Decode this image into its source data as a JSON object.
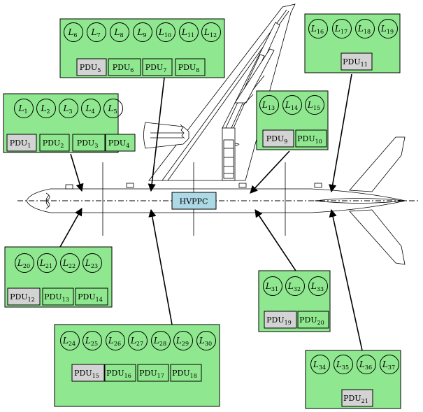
{
  "hvppc": {
    "label": "HVPPC",
    "fill": "#add8e6"
  },
  "colors": {
    "panel": "#8fe88f",
    "pdu_main": "#d3d3d3",
    "pdu_other": "#8fe88f"
  },
  "groups": [
    {
      "id": "g1",
      "loads": [
        "1",
        "2",
        "3",
        "4",
        "5"
      ],
      "pdus": [
        "1",
        "2",
        "3",
        "4"
      ]
    },
    {
      "id": "g2",
      "loads": [
        "6",
        "7",
        "8",
        "9",
        "10",
        "11",
        "12"
      ],
      "pdus": [
        "5",
        "6",
        "7",
        "8"
      ]
    },
    {
      "id": "g3",
      "loads": [
        "13",
        "14",
        "15"
      ],
      "pdus": [
        "9",
        "10"
      ]
    },
    {
      "id": "g4",
      "loads": [
        "16",
        "17",
        "18",
        "19"
      ],
      "pdus": [
        "11"
      ]
    },
    {
      "id": "g5",
      "loads": [
        "20",
        "21",
        "22",
        "23"
      ],
      "pdus": [
        "12",
        "13",
        "14"
      ]
    },
    {
      "id": "g6",
      "loads": [
        "24",
        "25",
        "26",
        "27",
        "28",
        "29",
        "30"
      ],
      "pdus": [
        "15",
        "16",
        "17",
        "18"
      ]
    },
    {
      "id": "g7",
      "loads": [
        "31",
        "32",
        "33"
      ],
      "pdus": [
        "19",
        "20"
      ]
    },
    {
      "id": "g8",
      "loads": [
        "34",
        "35",
        "36",
        "37"
      ],
      "pdus": [
        "21"
      ]
    }
  ]
}
